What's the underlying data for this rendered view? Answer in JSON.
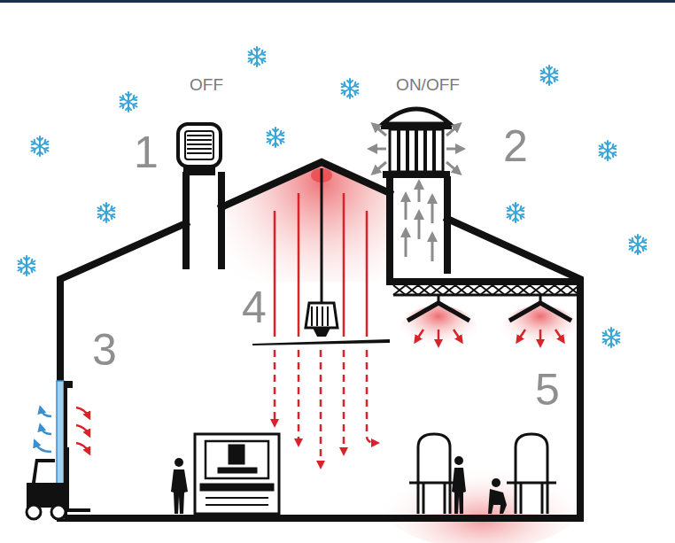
{
  "diagram": {
    "labels": [
      "OFF",
      "ON/OFF",
      "1",
      "2",
      "4",
      "3",
      "5"
    ]
  }
}
